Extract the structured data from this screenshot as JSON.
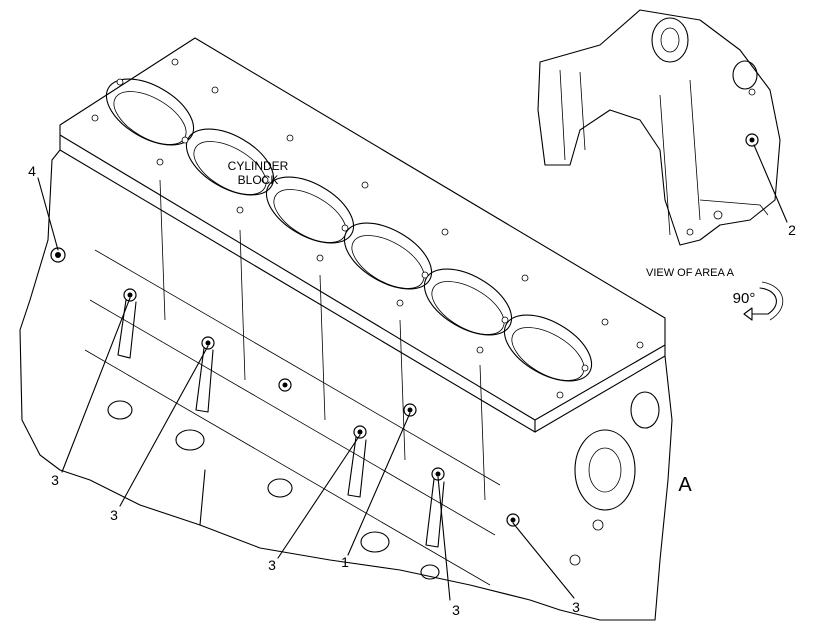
{
  "labels": {
    "cylinder_block_line1": "CYLINDER",
    "cylinder_block_line2": "BLOCK",
    "view_of_area": "VIEW OF AREA A",
    "rotation": "90°",
    "area_letter": "A"
  },
  "callouts": [
    {
      "id": "4",
      "text": "4"
    },
    {
      "id": "2",
      "text": "2"
    },
    {
      "id": "3a",
      "text": "3"
    },
    {
      "id": "3b",
      "text": "3"
    },
    {
      "id": "3c",
      "text": "3"
    },
    {
      "id": "1",
      "text": "1"
    },
    {
      "id": "3d",
      "text": "3"
    },
    {
      "id": "3e",
      "text": "3"
    }
  ]
}
